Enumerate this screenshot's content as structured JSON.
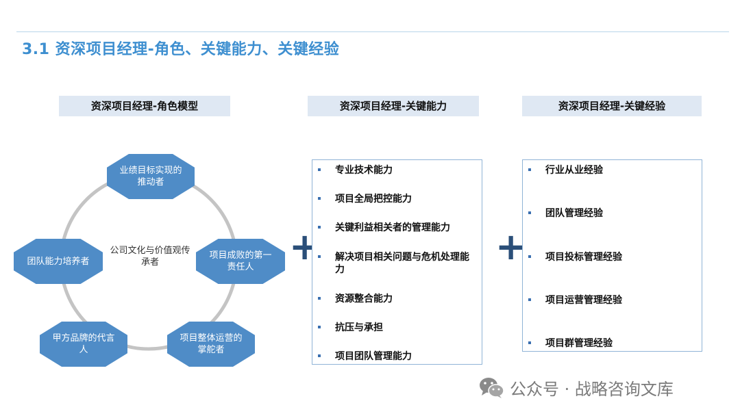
{
  "page": {
    "title": "3.1 资深项目经理-角色、关键能力、关键经验"
  },
  "sections": {
    "role": {
      "header": "资深项目经理-角色模型"
    },
    "ability": {
      "header": "资深项目经理-关键能力"
    },
    "experience": {
      "header": "资深项目经理-关键经验"
    }
  },
  "role_model": {
    "center": "公司文化与价值观传承者",
    "nodes": [
      "业绩目标实现的推动者",
      "项目成败的第一责任人",
      "项目整体运营的掌舵者",
      "甲方品牌的代言人",
      "团队能力培养者"
    ]
  },
  "abilities": [
    "专业技术能力",
    "项目全局把控能力",
    "关键利益相关者的管理能力",
    "解决项目相关问题与危机处理能力",
    "资源整合能力",
    "抗压与承担",
    "项目团队管理能力"
  ],
  "experiences": [
    "行业从业经验",
    "团队管理经验",
    "项目投标管理经验",
    "项目运营管理经验",
    "项目群管理经验"
  ],
  "symbols": {
    "plus": "+"
  },
  "watermark": {
    "text": "公众号 · 战略咨询文库",
    "icon": "wechat-icon"
  },
  "colors": {
    "title": "#3e8fd0",
    "node_fill": "#4f8cc7",
    "header_fill": "#dfe8f3",
    "plus": "#2b4f79",
    "ring": "#c4c4c4"
  }
}
